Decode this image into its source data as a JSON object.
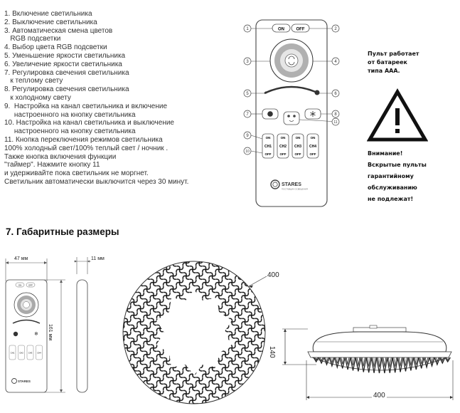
{
  "instructions": [
    "1. Включение светильника",
    "2. Выключение светильника",
    "3. Автоматическая смена цветов",
    "   RGB подсветки",
    "4. Выбор цвета RGB подсветки",
    "5. Уменьшение яркости светильника",
    "6. Увеличение яркости светильника",
    "7. Регулировка свечения светильника",
    "   к теплому свету",
    "8. Регулировка свечения светильника",
    "   к холодному свету",
    "9.  Настройка на канал светильника и включение",
    "     настроенного на кнопку светильника",
    "10. Настройка на канал светильника и выключение",
    "     настроенного на кнопку светильника",
    "11. Кнопка переключения режимов светильника",
    "100% холодный свет/100% теплый свет / ночник .",
    "Также кнопка включения функции",
    "\"таймер\". Нажмите кнопку 11",
    "и удерживайте пока светильник не моргнет.",
    "Светильник автоматически выключится через 30 минут."
  ],
  "remote": {
    "on_label": "ON",
    "off_label": "OFF",
    "ch_on": "ON",
    "ch_off": "OFF",
    "channels": [
      "CH1",
      "CH2",
      "CH3",
      "CH4"
    ],
    "brand": "STARES",
    "brand_tagline": "ПОСТАВЩИК ОСВЕЩЕНИЯ",
    "callouts": [
      "1",
      "2",
      "3",
      "4",
      "5",
      "6",
      "7",
      "8",
      "9",
      "10",
      "11"
    ]
  },
  "battery_note": [
    "Пульт работает",
    "от батареек",
    "типа ААА."
  ],
  "warning_note": [
    "Внимание!",
    "Вскрытые пульты",
    "гарантийному",
    "обслуживанию",
    "не подлежат!"
  ],
  "section_title": "7. Габаритные размеры",
  "dimensions": {
    "remote_width": "47 мм",
    "remote_depth": "11 мм",
    "remote_height": "161 мм",
    "lamp_diameter_top": "400",
    "lamp_height": "140",
    "lamp_diameter_side": "400"
  },
  "colors": {
    "text": "#1a1a1a",
    "line": "#222222",
    "outline": "#555555"
  }
}
